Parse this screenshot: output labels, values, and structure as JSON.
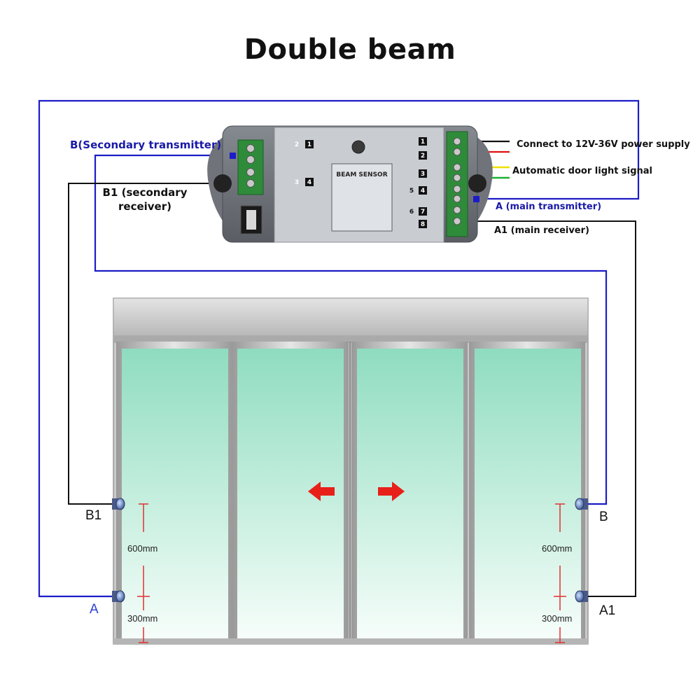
{
  "title": "Double beam",
  "labels": {
    "secondary_transmitter": "B(Secondary transmitter)",
    "secondary_receiver_line1": "B1 (secondary",
    "secondary_receiver_line2": "receiver)",
    "power_supply": "Connect to 12V-36V power supply",
    "door_light_signal": "Automatic door light signal",
    "main_transmitter": "A (main transmitter)",
    "main_receiver": "A1 (main receiver)"
  },
  "sensor_letters": {
    "left_upper": "B1",
    "left_lower": "A",
    "right_upper": "B",
    "right_lower": "A1"
  },
  "dimensions": {
    "left_upper": "600mm",
    "left_lower": "300mm",
    "right_upper": "600mm",
    "right_lower": "300mm"
  },
  "device": {
    "product_label": "BEAM SENSOR",
    "left_terminals": [
      "1",
      "2",
      "3",
      "4"
    ],
    "right_terminals": [
      "1",
      "2",
      "3",
      "4",
      "5",
      "6",
      "7",
      "8"
    ]
  },
  "colors": {
    "wire_blue": "#1c1cc8",
    "wire_black": "#111111",
    "wire_red": "#e01010",
    "wire_yellow": "#f0e000",
    "wire_green": "#20b030",
    "arrow_red": "#e8201a",
    "terminal_green": "#2e8b3a",
    "device_gray": "#6e7278",
    "glass_green": "#9fe0c4"
  }
}
